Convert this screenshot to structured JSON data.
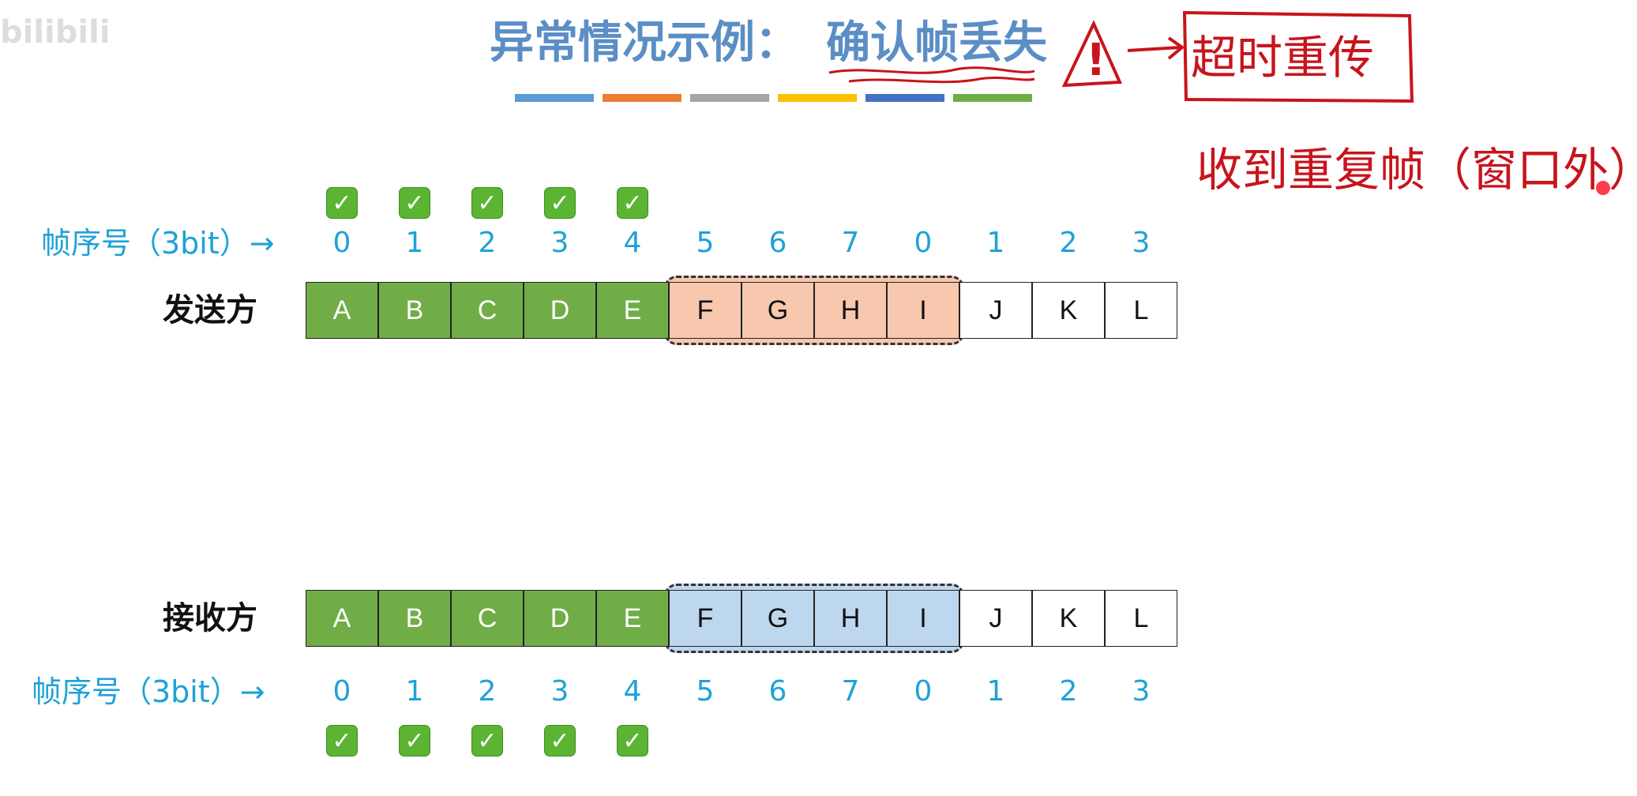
{
  "watermark": "bilibili",
  "title": {
    "prefix": "异常情况示例：",
    "highlight": "确认帧丢失"
  },
  "stripes": [
    "#5b9bd5",
    "#ed7d31",
    "#a5a5a5",
    "#ffc000",
    "#4472c4",
    "#70ad47"
  ],
  "sender": {
    "label": "发送方",
    "seq_label": "帧序号（3bit）→",
    "seq": [
      "0",
      "1",
      "2",
      "3",
      "4",
      "5",
      "6",
      "7",
      "0",
      "1",
      "2",
      "3"
    ],
    "frames": [
      "A",
      "B",
      "C",
      "D",
      "E",
      "F",
      "G",
      "H",
      "I",
      "J",
      "K",
      "L"
    ],
    "acked_count": 5,
    "window_count": 4,
    "window_color": "#f7c7ae"
  },
  "receiver": {
    "label": "接收方",
    "seq_label": "帧序号（3bit）→",
    "seq": [
      "0",
      "1",
      "2",
      "3",
      "4",
      "5",
      "6",
      "7",
      "0",
      "1",
      "2",
      "3"
    ],
    "frames": [
      "A",
      "B",
      "C",
      "D",
      "E",
      "F",
      "G",
      "H",
      "I",
      "J",
      "K",
      "L"
    ],
    "acked_count": 5,
    "window_count": 4,
    "window_color": "#bdd7ee"
  },
  "check_glyph": "✓",
  "annotations": {
    "warning": "!",
    "arrow": "→",
    "timeout": "超时重传",
    "duplicate": "收到重复帧（窗口外）"
  }
}
